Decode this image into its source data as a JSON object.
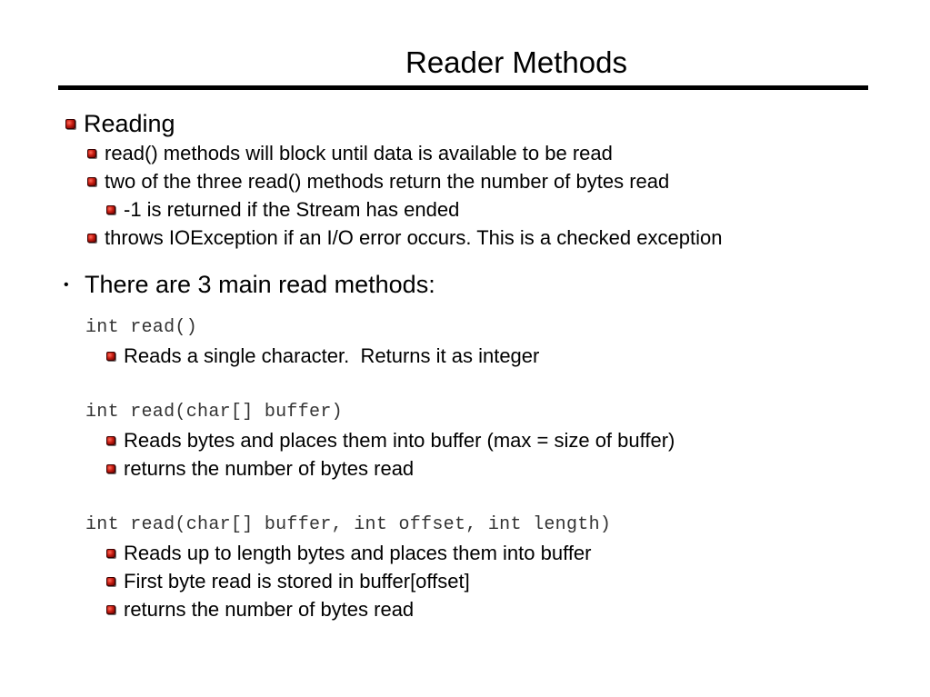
{
  "slide": {
    "title": "Reader Methods",
    "bullets": {
      "reading": "Reading",
      "block": "read() methods will block until data is available to be read",
      "two_of_three": "two of the three read() methods return the number of bytes read",
      "minus_one": "-1 is returned if the Stream has ended",
      "throws": "throws IOException if an I/O error occurs. This is a checked exception",
      "three_methods": "There are 3 main read methods:",
      "dot_glyph": "•"
    },
    "methods": [
      {
        "signature": "int read()",
        "notes": [
          "Reads a single character.  Returns it as integer"
        ]
      },
      {
        "signature": "int read(char[] buffer)",
        "notes": [
          "Reads bytes and places them into buffer (max = size of buffer)",
          "returns the number of bytes read"
        ]
      },
      {
        "signature": "int read(char[] buffer, int offset, int length)",
        "notes": [
          "Reads up to length bytes and places them into buffer",
          "First byte read is stored in buffer[offset]",
          "returns the number of bytes read"
        ]
      }
    ]
  }
}
